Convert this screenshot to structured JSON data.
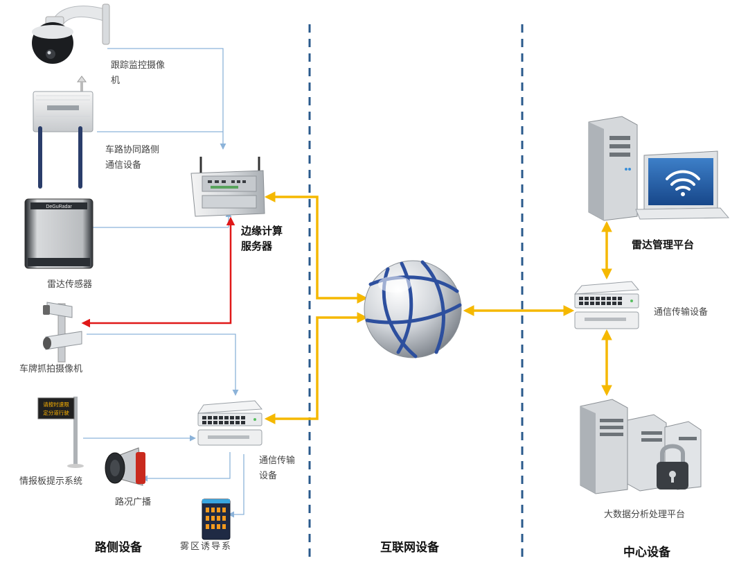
{
  "zones": {
    "roadside": "路侧设备",
    "internet": "互联网设备",
    "center": "中心设备"
  },
  "devices": {
    "ptz_camera": "跟踪监控摄像机",
    "v2x_rsu": "车路协同路侧通信设备",
    "edge_server": "边缘计算服务器",
    "radar_sensor": "雷达传感器",
    "plate_camera": "车牌抓拍摄像机",
    "info_board": "情报板提示系统",
    "info_board_screen": "请按时速限定分道行驶",
    "road_broadcast": "路况广播",
    "fog_guide": "雾区诱导系",
    "comm_switch_roadside": "通信传输设备",
    "radar_platform": "雷达管理平台",
    "comm_switch_center": "通信传输设备",
    "bigdata_platform": "大数据分析处理平台",
    "radar_brand": "DeGuRadar"
  },
  "colors": {
    "link_thin": "#8cb3d9",
    "link_bus": "#f5b800",
    "link_alert": "#e01818",
    "divider": "#2a5a8c"
  },
  "icons": [
    "ptz-dome-camera-icon",
    "rsu-antenna-icon",
    "edge-server-icon",
    "radar-sensor-icon",
    "plate-camera-icon",
    "info-board-icon",
    "speaker-icon",
    "fog-guide-icon",
    "network-switch-icon",
    "globe-network-icon",
    "tower-server-icon",
    "laptop-wifi-icon",
    "server-cluster-lock-icon"
  ]
}
